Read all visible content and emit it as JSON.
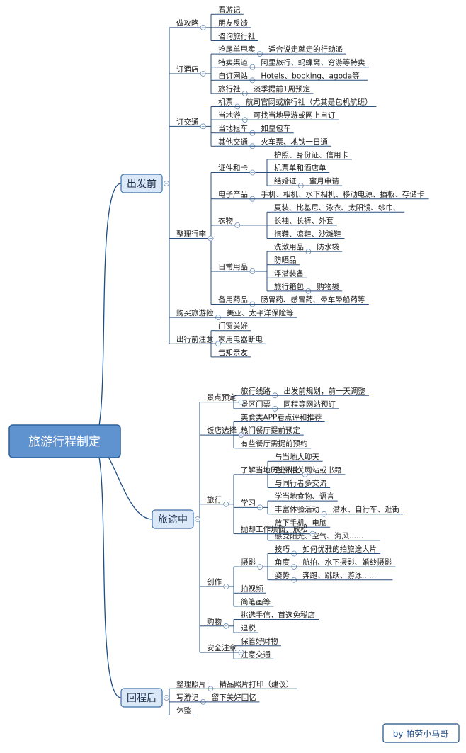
{
  "root": "旅游行程制定",
  "credit": "by 帕劳小马哥",
  "branches": [
    {
      "label": "出发前",
      "children": [
        {
          "label": "做攻略",
          "children": [
            {
              "label": "看游记"
            },
            {
              "label": "朋友反馈"
            },
            {
              "label": "咨询旅行社"
            }
          ]
        },
        {
          "label": "订酒店",
          "children": [
            {
              "label": "抢尾单甩卖",
              "children": [
                {
                  "label": "适合说走就走的行动派"
                }
              ]
            },
            {
              "label": "特卖渠道",
              "children": [
                {
                  "label": "阿里旅行、蚂蜂窝、穷游等特卖"
                }
              ]
            },
            {
              "label": "自订网站",
              "children": [
                {
                  "label": "Hotels、booking、agoda等"
                }
              ]
            },
            {
              "label": "旅行社",
              "children": [
                {
                  "label": "淡季提前1周预定"
                }
              ]
            }
          ]
        },
        {
          "label": "订交通",
          "children": [
            {
              "label": "机票",
              "children": [
                {
                  "label": "航司官网或旅行社（尤其是包机航班）"
                }
              ]
            },
            {
              "label": "当地游",
              "children": [
                {
                  "label": "可找当地导游或网上自订"
                }
              ]
            },
            {
              "label": "当地租车",
              "children": [
                {
                  "label": "如皇包车"
                }
              ]
            },
            {
              "label": "其他交通",
              "children": [
                {
                  "label": "火车票、地铁一日通"
                }
              ]
            }
          ]
        },
        {
          "label": "整理行李",
          "children": [
            {
              "label": "证件和卡",
              "children": [
                {
                  "label": "护照、身份证、信用卡"
                },
                {
                  "label": "机票单和酒店单"
                },
                {
                  "label": "结婚证",
                  "children": [
                    {
                      "label": "蜜月申请"
                    }
                  ]
                }
              ]
            },
            {
              "label": "电子产品",
              "children": [
                {
                  "label": "手机、相机、水下相机、移动电源、插板、存储卡"
                }
              ]
            },
            {
              "label": "衣物",
              "children": [
                {
                  "label": "夏装、比基尼、泳衣、太阳镜、纱巾、"
                },
                {
                  "label": "长袖、长裤、外套"
                },
                {
                  "label": "拖鞋、凉鞋、沙滩鞋"
                }
              ]
            },
            {
              "label": "日常用品",
              "children": [
                {
                  "label": "洗漱用品",
                  "children": [
                    {
                      "label": "防水袋"
                    }
                  ]
                },
                {
                  "label": "防晒品"
                },
                {
                  "label": "浮潜装备"
                },
                {
                  "label": "旅行箱包",
                  "children": [
                    {
                      "label": "购物袋"
                    }
                  ]
                }
              ]
            },
            {
              "label": "备用药品",
              "children": [
                {
                  "label": "肠胃药、感冒药、晕车晕船药等"
                }
              ]
            }
          ]
        },
        {
          "label": "购买旅游险",
          "children": [
            {
              "label": "美亚、太平洋保险等"
            }
          ]
        },
        {
          "label": "出行前注意",
          "children": [
            {
              "label": "门窗关好"
            },
            {
              "label": "家用电器断电"
            },
            {
              "label": "告知亲友"
            }
          ]
        }
      ]
    },
    {
      "label": "旅途中",
      "children": [
        {
          "label": "景点预定",
          "children": [
            {
              "label": "旅行线路",
              "children": [
                {
                  "label": "出发前规划，前一天调整"
                }
              ]
            },
            {
              "label": "景区门票",
              "children": [
                {
                  "label": "同程等网站预订"
                }
              ]
            }
          ]
        },
        {
          "label": "饭店选择",
          "children": [
            {
              "label": "美食类APP看点评和推荐"
            },
            {
              "label": "热门餐厅提前预定"
            },
            {
              "label": "有些餐厅需提前预约"
            }
          ]
        },
        {
          "label": "旅行",
          "children": [
            {
              "label": "了解当地历史人文",
              "children": [
                {
                  "label": "与当地人聊天"
                },
                {
                  "label": "查阅相关网站或书籍"
                },
                {
                  "label": "与同行者多交流"
                }
              ]
            },
            {
              "label": "学习",
              "children": [
                {
                  "label": "学当地食物、语言"
                },
                {
                  "label": "丰富体验活动",
                  "children": [
                    {
                      "label": "潜水、自行车、逛街"
                    }
                  ]
                }
              ]
            },
            {
              "label": "抛却工作烦恼、放松",
              "children": [
                {
                  "label": "放下手机、电脑"
                },
                {
                  "label": "感受阳光、空气、海风......"
                }
              ]
            }
          ]
        },
        {
          "label": "创作",
          "children": [
            {
              "label": "摄影",
              "children": [
                {
                  "label": "技巧",
                  "children": [
                    {
                      "label": "如何优雅的拍旅途大片"
                    }
                  ]
                },
                {
                  "label": "角度",
                  "children": [
                    {
                      "label": "航拍、水下摄影、婚纱摄影"
                    }
                  ]
                },
                {
                  "label": "姿势",
                  "children": [
                    {
                      "label": "奔跑、跳跃、游泳......"
                    }
                  ]
                }
              ]
            },
            {
              "label": "拍视频"
            },
            {
              "label": "简笔画等"
            }
          ]
        },
        {
          "label": "购物",
          "children": [
            {
              "label": "挑选手信，首选免税店"
            },
            {
              "label": "退税"
            }
          ]
        },
        {
          "label": "安全注意",
          "children": [
            {
              "label": "保管好财物"
            },
            {
              "label": "注意交通"
            }
          ]
        }
      ]
    },
    {
      "label": "回程后",
      "children": [
        {
          "label": "整理照片",
          "children": [
            {
              "label": "精品照片打印（建议）"
            }
          ]
        },
        {
          "label": "写游记",
          "children": [
            {
              "label": "留下美好回忆"
            }
          ]
        },
        {
          "label": "休整"
        }
      ]
    }
  ]
}
